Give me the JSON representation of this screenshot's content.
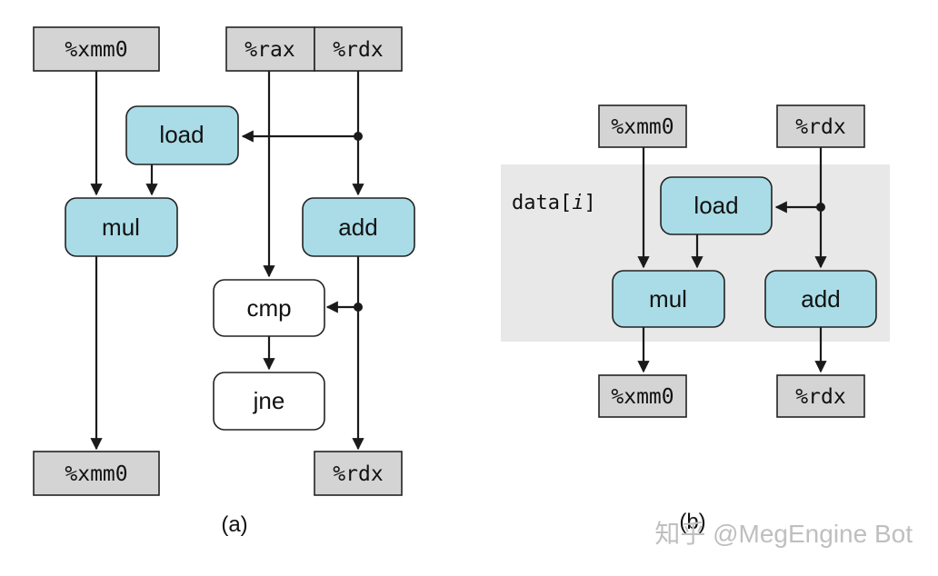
{
  "panel_a": {
    "caption": "(a)",
    "regs": {
      "xmm0_in": "%xmm0",
      "rax_in": "%rax",
      "rdx_in": "%rdx",
      "xmm0_out": "%xmm0",
      "rdx_out": "%rdx"
    },
    "ops": {
      "load": "load",
      "mul": "mul",
      "add": "add",
      "cmp": "cmp",
      "jne": "jne"
    }
  },
  "panel_b": {
    "caption": "(b)",
    "loop_label_prefix": "data[",
    "loop_label_var": "i",
    "loop_label_suffix": "]",
    "regs": {
      "xmm0_in": "%xmm0",
      "rdx_in": "%rdx",
      "xmm0_out": "%xmm0",
      "rdx_out": "%rdx"
    },
    "ops": {
      "load": "load",
      "mul": "mul",
      "add": "add"
    }
  },
  "watermark": "知乎 @MegEngine Bot",
  "colors": {
    "register_fill": "#d4d4d4",
    "op_fill": "#a9dce6",
    "loop_band": "#e8e8e8"
  }
}
